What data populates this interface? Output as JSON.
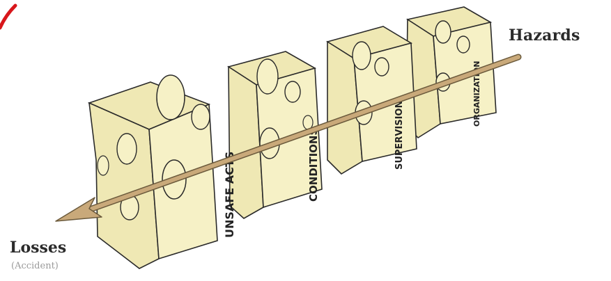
{
  "labels": {
    "hazards": "Hazards",
    "losses": "Losses",
    "accident": "(Accident)"
  },
  "slices": [
    {
      "name": "unsafe-acts",
      "label": "UNSAFE ACTS"
    },
    {
      "name": "conditions",
      "label": "CONDITIONS"
    },
    {
      "name": "supervision",
      "label": "SUPERVISION"
    },
    {
      "name": "organization",
      "label": "ORGANIZATION"
    }
  ],
  "colors": {
    "cheese_face": "#f6f1c6",
    "cheese_side": "#efe8b4",
    "outline": "#2a2a2a",
    "arrow": "#c9a97a",
    "arrow_outline": "#6b5a3c",
    "corner_mark": "#d8161b"
  }
}
